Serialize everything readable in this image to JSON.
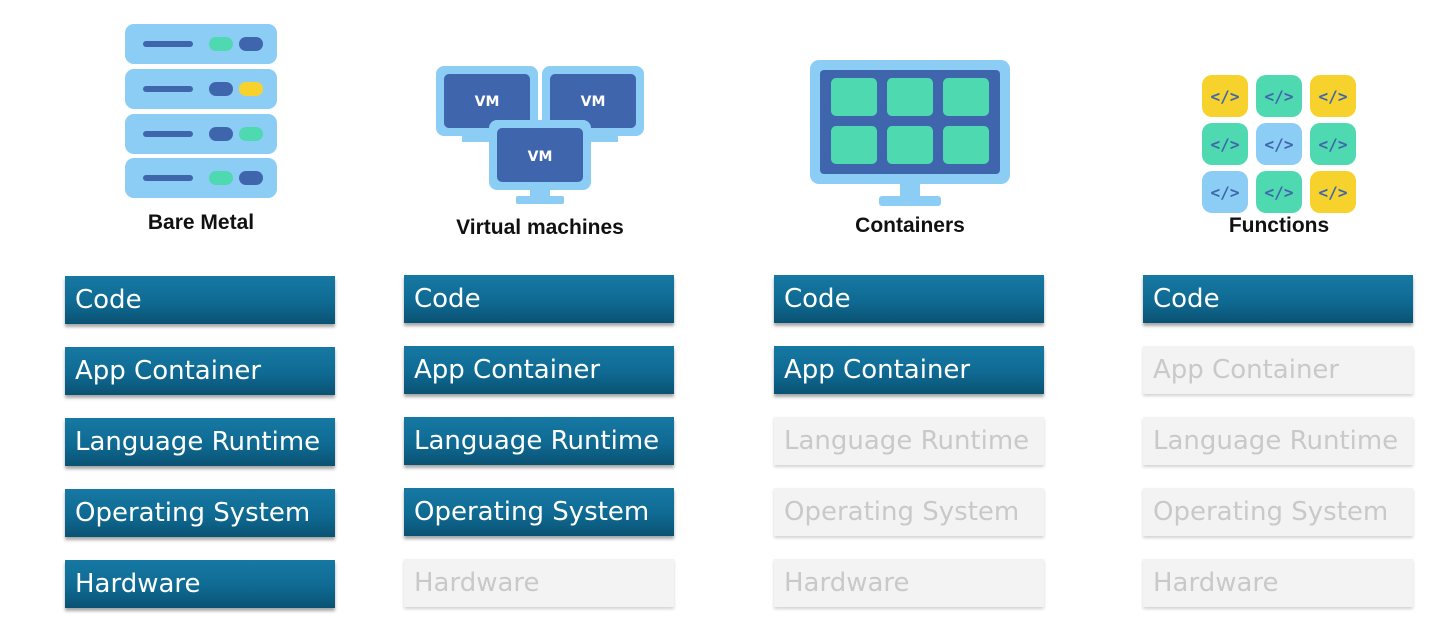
{
  "colors": {
    "managed_layer": "#0f6a93",
    "abstracted_layer": "#f3f3f3",
    "abstracted_text": "#c9c9c9",
    "icon_light_blue": "#8ccdf5",
    "icon_dark_blue": "#3f66ad",
    "icon_teal": "#4fd9b0",
    "icon_yellow": "#f7d22c"
  },
  "columns": [
    {
      "caption": "Bare Metal",
      "icon": "server-rack-icon",
      "layers": [
        {
          "label": "Code",
          "state": "managed"
        },
        {
          "label": "App Container",
          "state": "managed"
        },
        {
          "label": "Language Runtime",
          "state": "managed"
        },
        {
          "label": "Operating System",
          "state": "managed"
        },
        {
          "label": "Hardware",
          "state": "managed"
        }
      ]
    },
    {
      "caption": "Virtual machines",
      "icon": "virtual-machines-icon",
      "vm_label": "VM",
      "layers": [
        {
          "label": "Code",
          "state": "managed"
        },
        {
          "label": "App Container",
          "state": "managed"
        },
        {
          "label": "Language Runtime",
          "state": "managed"
        },
        {
          "label": "Operating System",
          "state": "managed"
        },
        {
          "label": "Hardware",
          "state": "abstracted"
        }
      ]
    },
    {
      "caption": "Containers",
      "icon": "containers-monitor-icon",
      "layers": [
        {
          "label": "Code",
          "state": "managed"
        },
        {
          "label": "App Container",
          "state": "managed"
        },
        {
          "label": "Language Runtime",
          "state": "abstracted"
        },
        {
          "label": "Operating System",
          "state": "abstracted"
        },
        {
          "label": "Hardware",
          "state": "abstracted"
        }
      ]
    },
    {
      "caption": "Functions",
      "icon": "functions-code-grid-icon",
      "code_symbol": "</>",
      "layers": [
        {
          "label": "Code",
          "state": "managed"
        },
        {
          "label": "App Container",
          "state": "abstracted"
        },
        {
          "label": "Language Runtime",
          "state": "abstracted"
        },
        {
          "label": "Operating System",
          "state": "abstracted"
        },
        {
          "label": "Hardware",
          "state": "abstracted"
        }
      ]
    }
  ]
}
